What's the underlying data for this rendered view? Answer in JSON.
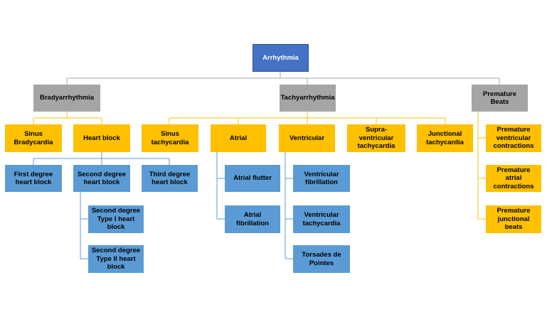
{
  "colors": {
    "root": "#4472c4",
    "level1": "#a5a5a5",
    "level2": "#ffc000",
    "level3": "#5b9bd5",
    "line_grey": "#a5a5a5",
    "line_gold": "#ffc000",
    "line_blue": "#5b9bd5"
  },
  "diagram": {
    "root": "Arrhythmia",
    "brady": {
      "label": "Bradyarrhythmia",
      "sinus_brady": "Sinus Bradycardia",
      "heart_block": "Heart block",
      "first_degree": "First degree heart block",
      "second_degree": "Second degree heart block",
      "third_degree": "Third degree heart block",
      "second_type1": "Second degree Type I heart block",
      "second_type2": "Second degree Type II heart block"
    },
    "tachy": {
      "label": "Tachyarrhythmia",
      "sinus_tachy": "Sinus tachycardia",
      "atrial": "Atrial",
      "ventricular": "Ventricular",
      "svt": "Supra-ventricular tachycardia",
      "junctional": "Junctional tachycardia",
      "atrial_flutter": "Atrial flutter",
      "atrial_fib": "Atrial fibrillation",
      "vfib": "Ventricular fibrillation",
      "vtach": "Ventricular tachycardia",
      "torsades": "Torsades de Pointes"
    },
    "premature": {
      "label": "Premature Beats",
      "pvc": "Premature ventricular contractions",
      "pac": "Premature atrial contractions",
      "pjb": "Premature junctional beats"
    }
  }
}
